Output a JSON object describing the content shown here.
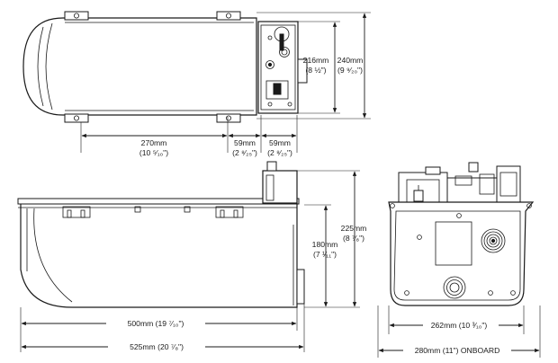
{
  "dimensions": {
    "top_270": {
      "metric": "270mm",
      "imperial": "(10 ⁵⁄₁₀\")"
    },
    "top_59a": {
      "metric": "59mm",
      "imperial": "(2 ⁸⁄₂₅\")"
    },
    "top_59b": {
      "metric": "59mm",
      "imperial": "(2 ⁸⁄₂₅\")"
    },
    "top_216": {
      "metric": "216mm",
      "imperial": "(8 ½\")"
    },
    "top_240": {
      "metric": "240mm",
      "imperial": "(9 ⁹⁄₂₀\")"
    },
    "side_180": {
      "metric": "180mm",
      "imperial": "(7 ¹⁄₁₁\")"
    },
    "side_225": {
      "metric": "225mm",
      "imperial": "(8 ⁷⁄₈\")"
    },
    "side_500": {
      "label": "500mm (19 ⁷⁄₁₀\")"
    },
    "side_525": {
      "label": "525mm (20 ⁷⁄₈\")"
    },
    "front_262": {
      "label": "262mm (10 ³⁄₁₀\")"
    },
    "front_280": {
      "label": "280mm (11\") ONBOARD"
    }
  },
  "colors": {
    "line": "#1a1a1a",
    "background": "#ffffff"
  }
}
